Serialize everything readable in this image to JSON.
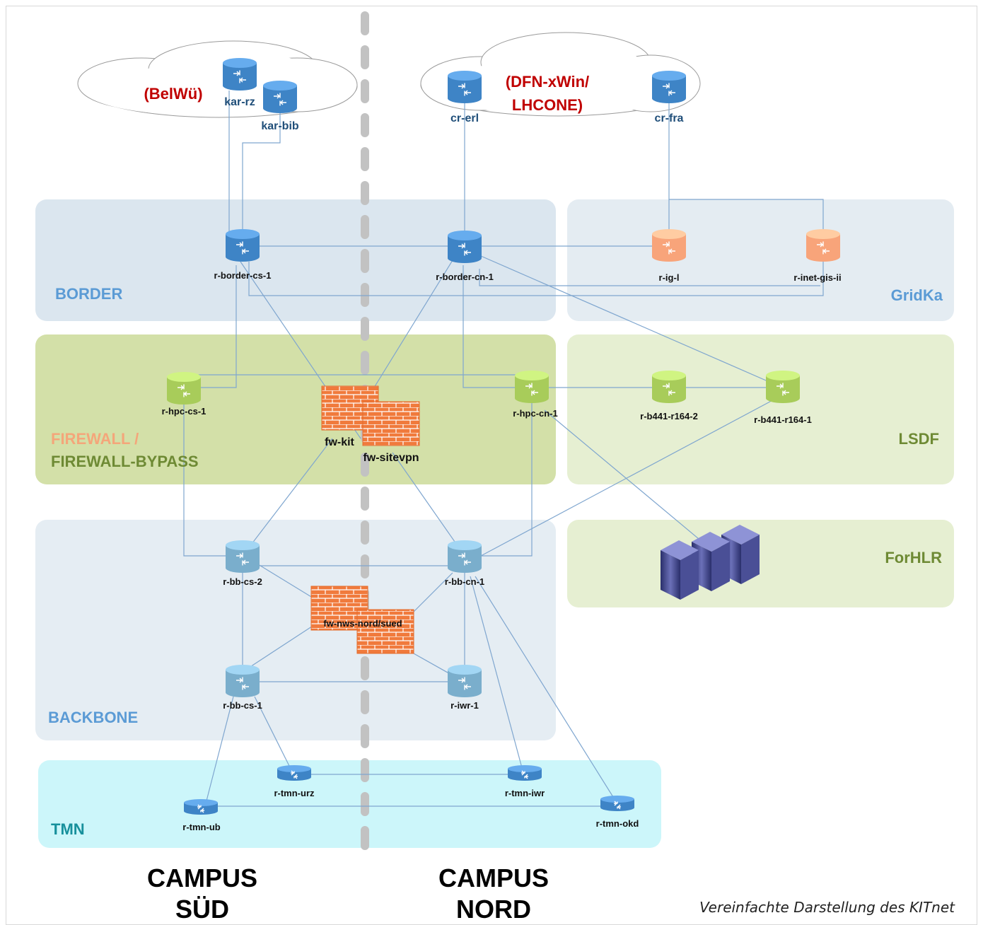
{
  "clouds": {
    "left": {
      "title": "(BelWü)",
      "routers": [
        "kar-rz",
        "kar-bib"
      ]
    },
    "right": {
      "title_line1": "(DFN-xWin/",
      "title_line2": "LHCONE)",
      "routers": [
        "cr-erl",
        "cr-fra"
      ]
    }
  },
  "zones": {
    "border": "BORDER",
    "gridka": "GridKa",
    "firewall_line1": "FIREWALL /",
    "firewall_line2": "FIREWALL-BYPASS",
    "lsdf": "LSDF",
    "forhlr": "ForHLR",
    "backbone": "BACKBONE",
    "tmn": "TMN"
  },
  "nodes": {
    "r_border_cs_1": "r-border-cs-1",
    "r_border_cn_1": "r-border-cn-1",
    "r_ig_l": "r-ig-l",
    "r_inet_gis_ii": "r-inet-gis-ii",
    "r_hpc_cs_1": "r-hpc-cs-1",
    "r_hpc_cn_1": "r-hpc-cn-1",
    "r_b441_r164_2": "r-b441-r164-2",
    "r_b441_r164_1": "r-b441-r164-1",
    "r_bb_cs_2": "r-bb-cs-2",
    "r_bb_cn_1": "r-bb-cn-1",
    "r_bb_cs_1": "r-bb-cs-1",
    "r_iwr_1": "r-iwr-1",
    "r_tmn_urz": "r-tmn-urz",
    "r_tmn_iwr": "r-tmn-iwr",
    "r_tmn_ub": "r-tmn-ub",
    "r_tmn_okd": "r-tmn-okd"
  },
  "firewalls": {
    "fw_kit": "fw-kit",
    "fw_sitevpn": "fw-sitevpn",
    "fw_nws": "fw-nws-nord/sued"
  },
  "campus": {
    "south_line1": "CAMPUS",
    "south_line2": "SÜD",
    "north_line1": "CAMPUS",
    "north_line2": "NORD"
  },
  "caption": "Vereinfachte Darstellung des KITnet",
  "colors": {
    "border_router": "#3e84c6",
    "gridka_router": "#f8a47a",
    "lsdf_router": "#a8cc5a",
    "backbone_router": "#7aaecc",
    "firewall": "#f07a3c",
    "zone_border_bg": "#dbe6ef",
    "zone_firewall_bg": "#d3e0a8",
    "zone_lsdf_bg": "#e6efd2",
    "zone_backbone_bg": "#e5edf3",
    "zone_tmn_bg": "#ccf6fa",
    "cloud_title": "#c00000",
    "link": "#7fa6cf"
  }
}
